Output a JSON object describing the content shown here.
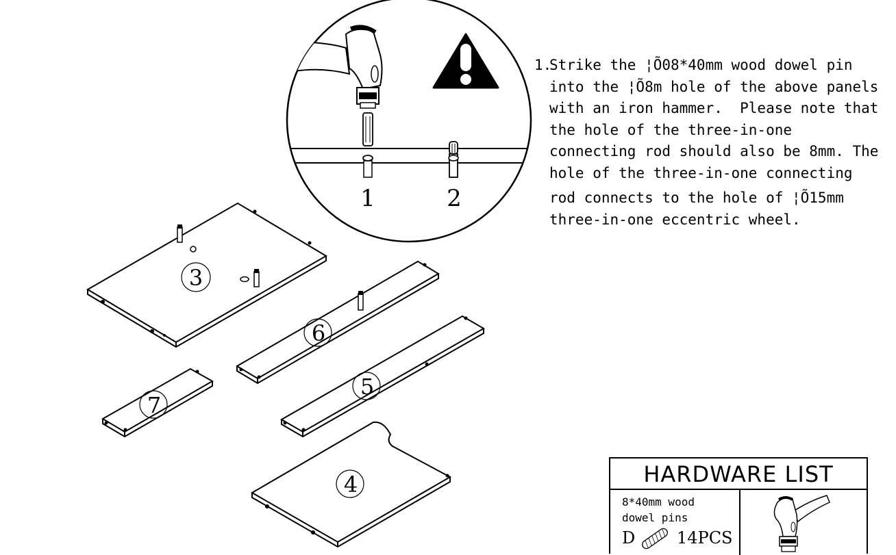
{
  "step": {
    "number": "1.",
    "lines": [
      "Strike the ¦Õ08*40mm wood dowel pin",
      "into the ¦Õ8m hole of the above panels",
      "with an iron hammer.  Please note that",
      "the hole of the three-in-one",
      "connecting rod should also be 8mm. The",
      "hole of the three-in-one connecting",
      "rod connects to the hole of ¦Õ15mm",
      "three-in-one eccentric wheel."
    ]
  },
  "detail": {
    "label_1": "1",
    "label_2": "2"
  },
  "panels": {
    "p3": "3",
    "p6": "6",
    "p5": "5",
    "p7": "7",
    "p4": "4"
  },
  "hardware": {
    "title": "HARDWARE LIST",
    "desc_line1": "8*40mm wood",
    "desc_line2": "dowel pins",
    "code": "D",
    "qty": "14PCS"
  }
}
